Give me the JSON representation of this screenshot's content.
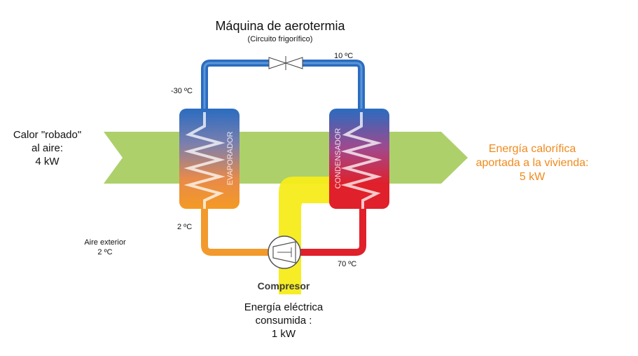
{
  "title": "Máquina de aerotermia",
  "subtitle": "(Circuito frigorífico)",
  "left_label": [
    "Calor \"robado\"",
    "al aire:",
    "4 kW"
  ],
  "right_label": [
    "Energía calorífica",
    "aportada a la vivienda:",
    "5 kW"
  ],
  "bottom_label": [
    "Energía eléctrica",
    "consumida :",
    "1 kW"
  ],
  "compressor_label": "Compresor",
  "outside_air": [
    "Aire exterior",
    "2 ºC"
  ],
  "temperatures": {
    "evaporator_top": "-30 ºC",
    "condenser_top": "10 ºC",
    "evaporator_bottom": "2 ºC",
    "condenser_bottom": "70 ºC"
  },
  "evaporator_label": "EVAPORADOR",
  "condenser_label": "CONDENSADOR",
  "colors": {
    "green_arrow": "#a9cd63",
    "yellow_arrow": "#f6ec1a",
    "blue_pipe": "#2a6cc0",
    "orange_pipe": "#f29a2c",
    "red_pipe": "#e0202a",
    "right_text": "#f08a1c"
  }
}
